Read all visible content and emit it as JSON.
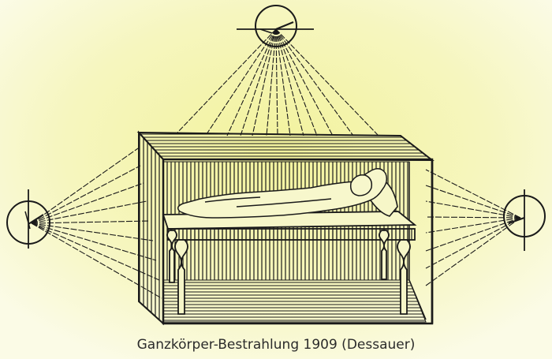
{
  "caption": "Ganzkörper-Bestrahlung 1909 (Dessauer)",
  "colors": {
    "background_center": "#f3f3a8",
    "background_edge": "#fbfbe4",
    "ink": "#1a1a1a",
    "caption_text": "#2b2b2b"
  },
  "figure": {
    "subject": "whole-body irradiation apparatus",
    "components": [
      "x-ray-tube-top",
      "x-ray-tube-left",
      "x-ray-tube-right",
      "radiation-box",
      "table",
      "patient"
    ]
  }
}
